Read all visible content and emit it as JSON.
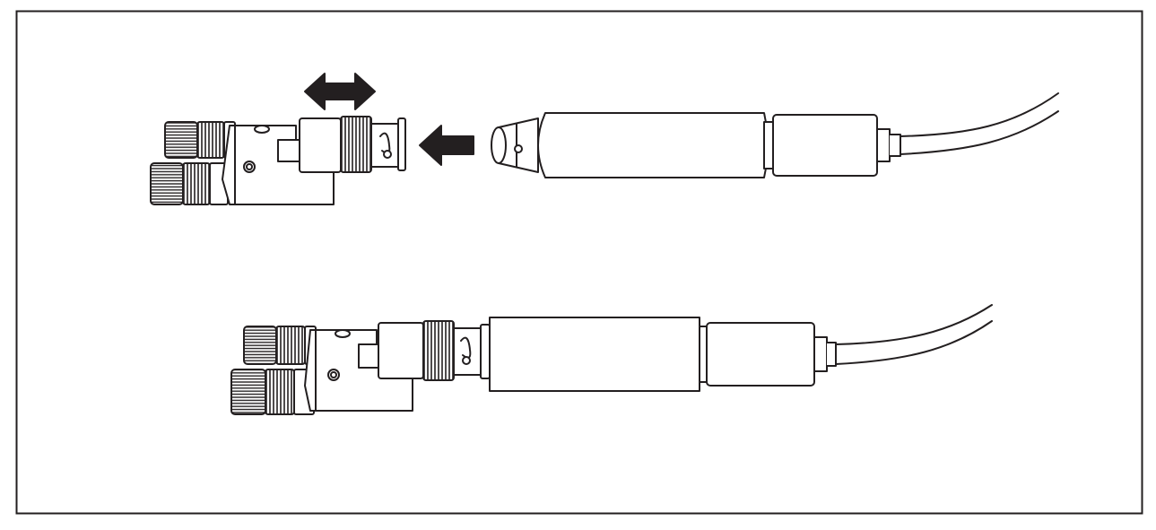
{
  "figure": {
    "kind": "line-art diagram",
    "steps": [
      {
        "name": "bnc-adapter-and-probe-separated",
        "arrows": [
          "double-headed-arrow-icon",
          "left-arrow-icon"
        ]
      },
      {
        "name": "bnc-adapter-and-probe-connected",
        "arrows": []
      }
    ]
  },
  "colors": {
    "ink": "#231f20",
    "paper": "#ffffff",
    "frame": "#231f20"
  }
}
